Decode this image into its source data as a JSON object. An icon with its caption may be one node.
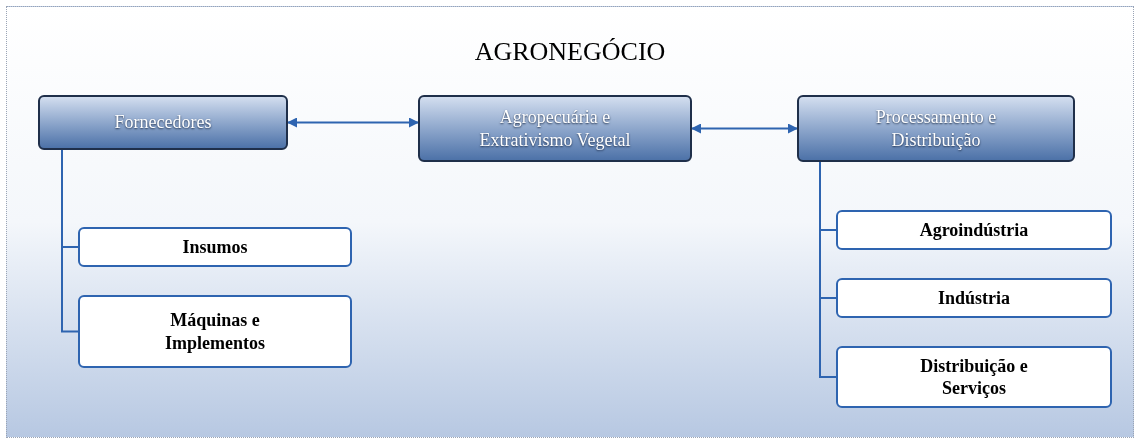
{
  "diagram": {
    "title": "AGRONEGÓCIO",
    "nodes": [
      {
        "text": [
          "Fornecedores"
        ]
      },
      {
        "text": [
          "Agropecuária e Extrativismo Vegetal"
        ]
      },
      {
        "text": [
          "Processamento e Distribuição"
        ]
      },
      {
        "text": [
          "Insumos"
        ]
      },
      {
        "text": [
          "Máquinas e Implementos"
        ]
      },
      {
        "text": [
          "Agroindústria"
        ]
      },
      {
        "text": [
          "Indústria"
        ]
      },
      {
        "text": [
          "Distribuição e Serviços"
        ]
      }
    ],
    "edges": [
      {
        "from": 0,
        "to": 1,
        "arrow": "both"
      },
      {
        "from": 1,
        "to": 2,
        "arrow": "both"
      },
      {
        "from": 0,
        "to": 3,
        "arrow": "none"
      },
      {
        "from": 0,
        "to": 4,
        "arrow": "none"
      },
      {
        "from": 2,
        "to": 5,
        "arrow": "none"
      },
      {
        "from": 2,
        "to": 6,
        "arrow": "none"
      },
      {
        "from": 2,
        "to": 7,
        "arrow": "none"
      }
    ]
  }
}
